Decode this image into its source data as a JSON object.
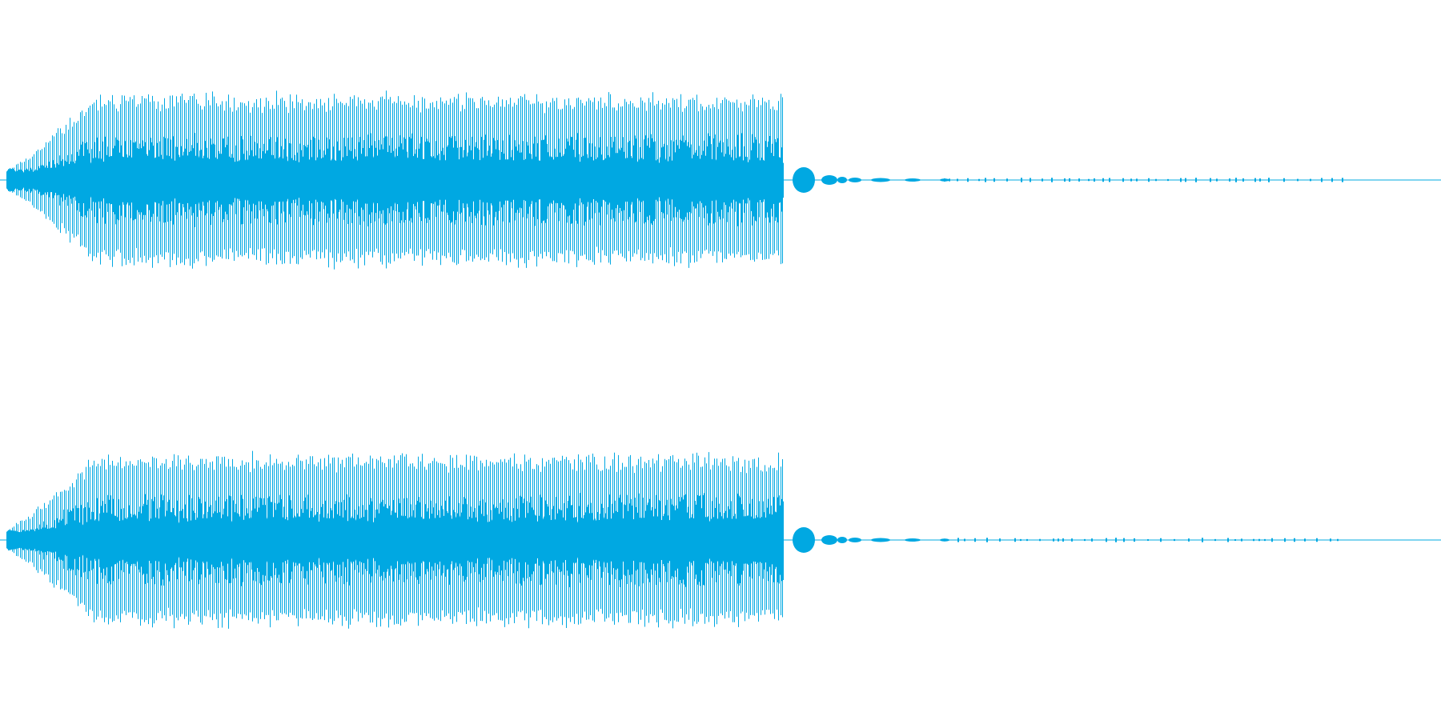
{
  "waveform": {
    "color": "#00a8e2",
    "channel_count": 2,
    "channels": [
      {
        "id": "left"
      },
      {
        "id": "right"
      }
    ]
  }
}
